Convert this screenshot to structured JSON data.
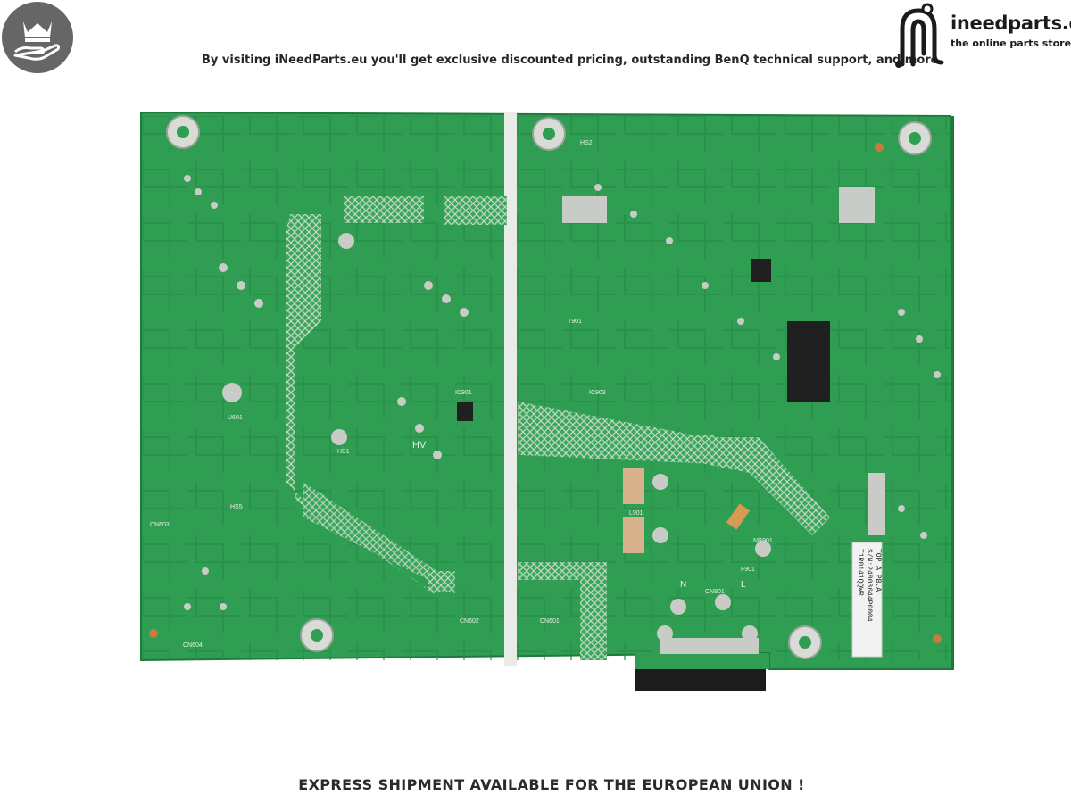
{
  "header": {
    "tagline": "By visiting iNeedParts.eu you'll get exclusive discounted pricing, outstanding BenQ technical support, and more",
    "logo": {
      "name": "ineedparts.eu",
      "subtitle": "the online parts store"
    },
    "badge_icon": "crown-hand-icon"
  },
  "board": {
    "labels": [
      "HS2",
      "CN901",
      "CN601",
      "CN602",
      "CN604",
      "CN603",
      "L901",
      "U601",
      "IC901",
      "IC903",
      "HS5",
      "HS1",
      "NR901",
      "T901",
      "F901",
      "HV",
      "N",
      "L"
    ],
    "sticker": {
      "line1": "T1R0141QQWR",
      "line2": "S/N:24808644P0004",
      "line3": "TOP A PB.A"
    }
  },
  "footer": {
    "notice": "EXPRESS SHIPMENT AVAILABLE FOR THE EUROPEAN UNION !"
  },
  "colors": {
    "pcb_green": "#2f9e52",
    "pcb_dark": "#248543",
    "pad_silver": "#c9ccc6",
    "badge_gray": "#666667"
  }
}
